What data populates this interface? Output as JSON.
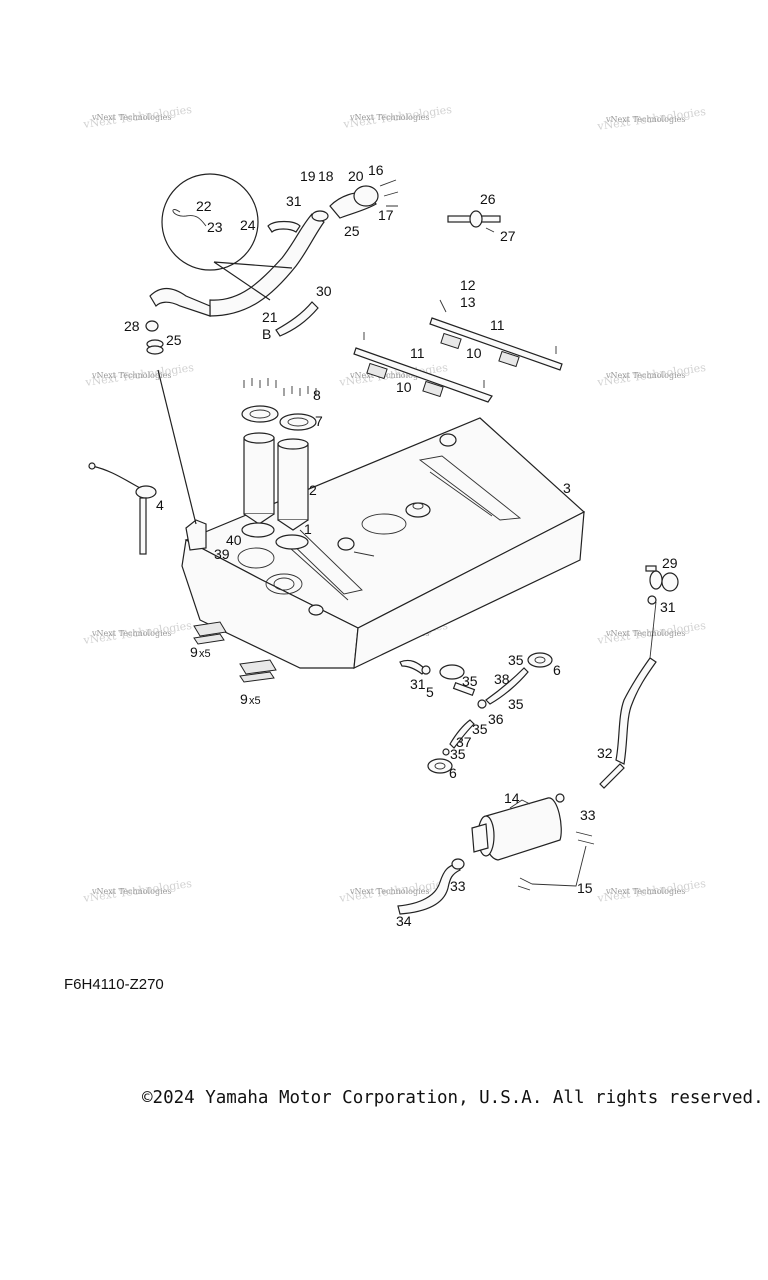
{
  "diagram": {
    "code": "F6H4110-Z270",
    "copyright": "©2024 Yamaha Motor Corporation, U.S.A. All rights reserved.",
    "watermark": "vNext Technologies",
    "callouts": {
      "c1": "1",
      "c2": "2",
      "c3": "3",
      "c4": "4",
      "c5": "5",
      "c6a": "6",
      "c6b": "6",
      "c7": "7",
      "c8": "8",
      "c9a": "9",
      "c9b": "9",
      "c9a_qty": "x5",
      "c9b_qty": "x5",
      "c10a": "10",
      "c10b": "10",
      "c11a": "11",
      "c11b": "11",
      "c12": "12",
      "c13": "13",
      "c14": "14",
      "c15": "15",
      "c16": "16",
      "c17": "17",
      "c18": "18",
      "c19": "19",
      "c20": "20",
      "c21": "21",
      "cB": "B",
      "c22": "22",
      "c23": "23",
      "c24": "24",
      "c25a": "25",
      "c25b": "25",
      "c26": "26",
      "c27": "27",
      "c28": "28",
      "c29": "29",
      "c30": "30",
      "c31a": "31",
      "c31b": "31",
      "c31c": "31",
      "c32": "32",
      "c33a": "33",
      "c33b": "33",
      "c34": "34",
      "c35a": "35",
      "c35b": "35",
      "c35c": "35",
      "c35d": "35",
      "c35e": "35",
      "c36": "36",
      "c37": "37",
      "c38": "38",
      "c39": "39",
      "c40": "40"
    }
  }
}
